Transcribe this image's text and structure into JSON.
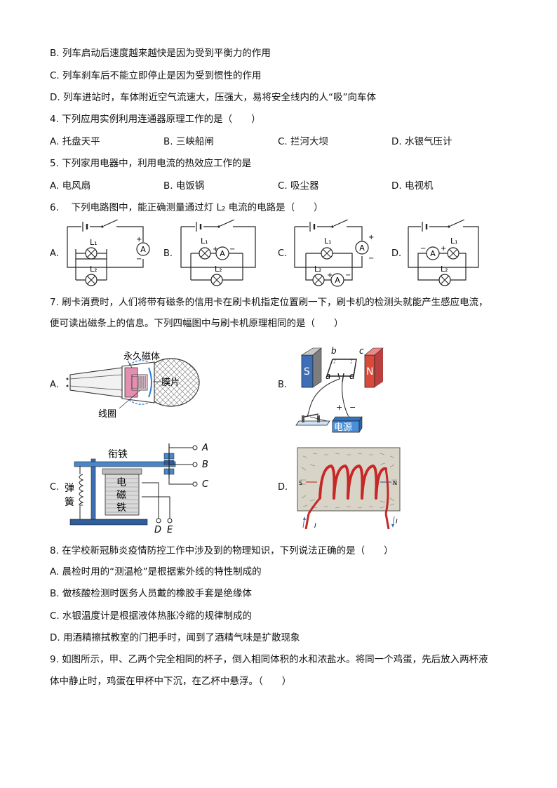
{
  "q3": {
    "b": "B. 列车启动后速度越来越快是因为受到平衡力的作用",
    "c": "C. 列车刹车后不能立即停止是因为受到惯性的作用",
    "d": "D. 列车进站时，车体附近空气流速大，压强大，易将安全线内的人“吸”向车体"
  },
  "q4": {
    "stem": "4. 下列应用实例利用连通器原理工作的是（　　）",
    "options": [
      "A.  托盘天平",
      "B.  三峡船闸",
      "C.  拦河大坝",
      "D.  水银气压计"
    ]
  },
  "q5": {
    "stem": "5. 下列家用电器中，利用电流的热效应工作的是",
    "options": [
      "A.  电风扇",
      "B.  电饭锅",
      "C.  吸尘器",
      "D.  电视机"
    ]
  },
  "q6": {
    "stem": "6.　 下列电路图中，能正确测量通过灯 L₂ 电流的电路是（　　）",
    "labels": [
      "A.",
      "B.",
      "C.",
      "D."
    ],
    "lamp1": "L₁",
    "lamp2": "L₂",
    "meter": "A",
    "plus": "+",
    "minus": "−"
  },
  "q7": {
    "line1": "7. 刷卡消费时，人们将带有磁条的信用卡在刷卡机指定位置刷一下，刷卡机的检测头就能产生感应电流，",
    "line2": "便可读出磁条上的信息。下列四幅图中与刷卡机原理相同的是（　　）",
    "labels": [
      "A.",
      "B.",
      "C.",
      "D."
    ],
    "figA": {
      "magnet": "永久磁体",
      "film": "膜片",
      "coil": "线圈"
    },
    "figB": {
      "s": "S",
      "n": "N",
      "a": "a",
      "b": "b",
      "c": "c",
      "d": "d",
      "plus": "+",
      "minus": "−",
      "source": "电源"
    },
    "figC": {
      "armature": "衔铁",
      "spring1": "弹",
      "spring2": "簧",
      "em1": "电",
      "em2": "磁",
      "em3": "铁",
      "A": "A",
      "B": "B",
      "C": "C",
      "D": "D",
      "E": "E"
    },
    "figD": {
      "s": "S",
      "n": "N",
      "i1": "I",
      "i2": "I"
    }
  },
  "q8": {
    "stem": "8. 在学校新冠肺炎疫情防控工作中涉及到的物理知识，下列说法正确的是（　　）",
    "a": "A. 晨检时用的“测温枪”是根据紫外线的特性制成的",
    "b": "B. 做核酸检测时医务人员戴的橡胶手套是绝缘体",
    "c": "C. 水银温度计是根据液体热胀冷缩的规律制成的",
    "d": "D. 用酒精擦拭教室的门把手时，闻到了酒精气味是扩散现象"
  },
  "q9": {
    "line1": "9. 如图所示，甲、乙两个完全相同的杯子，倒入相同体积的水和浓盐水。将同一个鸡蛋，先后放入两杯液",
    "line2": "体中静止时，鸡蛋在甲杯中下沉，在乙杯中悬浮。（　　）"
  }
}
